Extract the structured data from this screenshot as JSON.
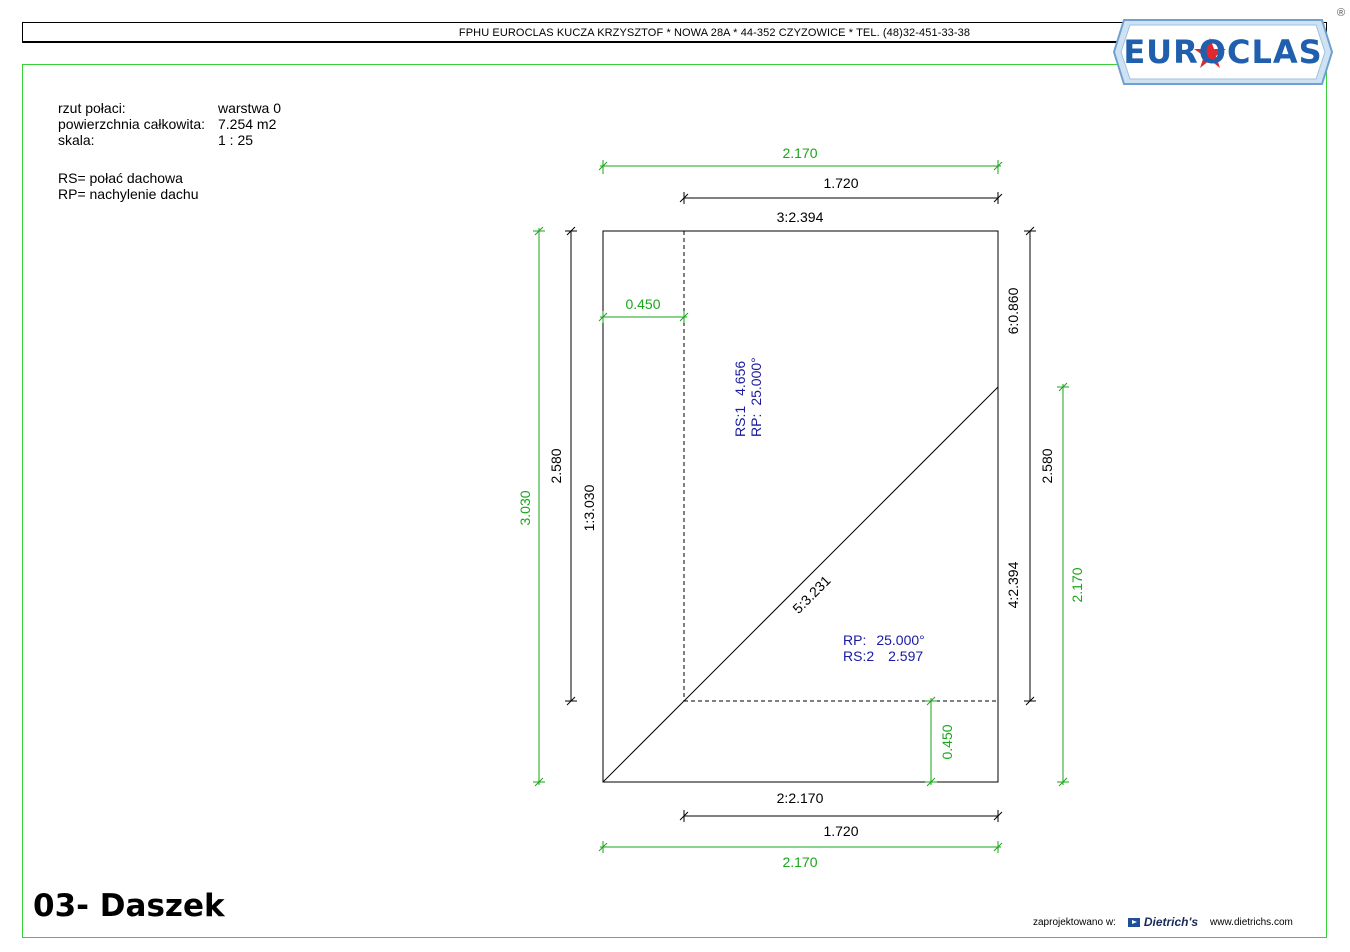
{
  "header": {
    "company": "FPHU EUROCLAS KUCZA KRZYSZTOF * NOWA 28A * 44-352 CZYZOWICE * TEL. (48)32-451-33-38",
    "logo_text": "EUROCLAS",
    "registered_mark": "®"
  },
  "info": {
    "rows": [
      {
        "label": "rzut połaci:",
        "value": "warstwa 0"
      },
      {
        "label": "powierzchnia całkowita:",
        "value": "7.254 m2"
      },
      {
        "label": "skala:",
        "value": "1 : 25"
      }
    ],
    "legend": [
      "RS= połać dachowa",
      "RP= nachylenie dachu"
    ]
  },
  "title": "03- Daszek",
  "footer": {
    "designed_with": "zaprojektowano w:",
    "brand": "Dietrich's",
    "url": "www.dietrichs.com"
  },
  "dims": {
    "top_green": "2.170",
    "top_black": "1.720",
    "edge_top": "3:2.394",
    "inner_top_green": "0.450",
    "left_green": "3.030",
    "left_black": "2.580",
    "edge_left": "1:3.030",
    "edge_right_top": "6:0.860",
    "right_black": "2.580",
    "edge_right_bottom": "4:2.394",
    "right_green": "2.170",
    "diagonal": "5:3.231",
    "inner_bottom_green": "0.450",
    "edge_bottom": "2:2.170",
    "bottom_black": "1.720",
    "bottom_green": "2.170"
  },
  "planes": {
    "rs1": {
      "rs_label": "RS:1",
      "rs_value": "4.656",
      "rp_label": "RP:",
      "rp_value": "25.000°"
    },
    "rs2": {
      "rp_label": "RP:",
      "rp_value": "25.000°",
      "rs_label": "RS:2",
      "rs_value": "2.597"
    }
  },
  "colors": {
    "green": "#1aa51a",
    "blue": "#1a1aa0",
    "border_green": "#39d139",
    "logo_blue": "#1f5fae",
    "logo_red": "#e0282e"
  }
}
